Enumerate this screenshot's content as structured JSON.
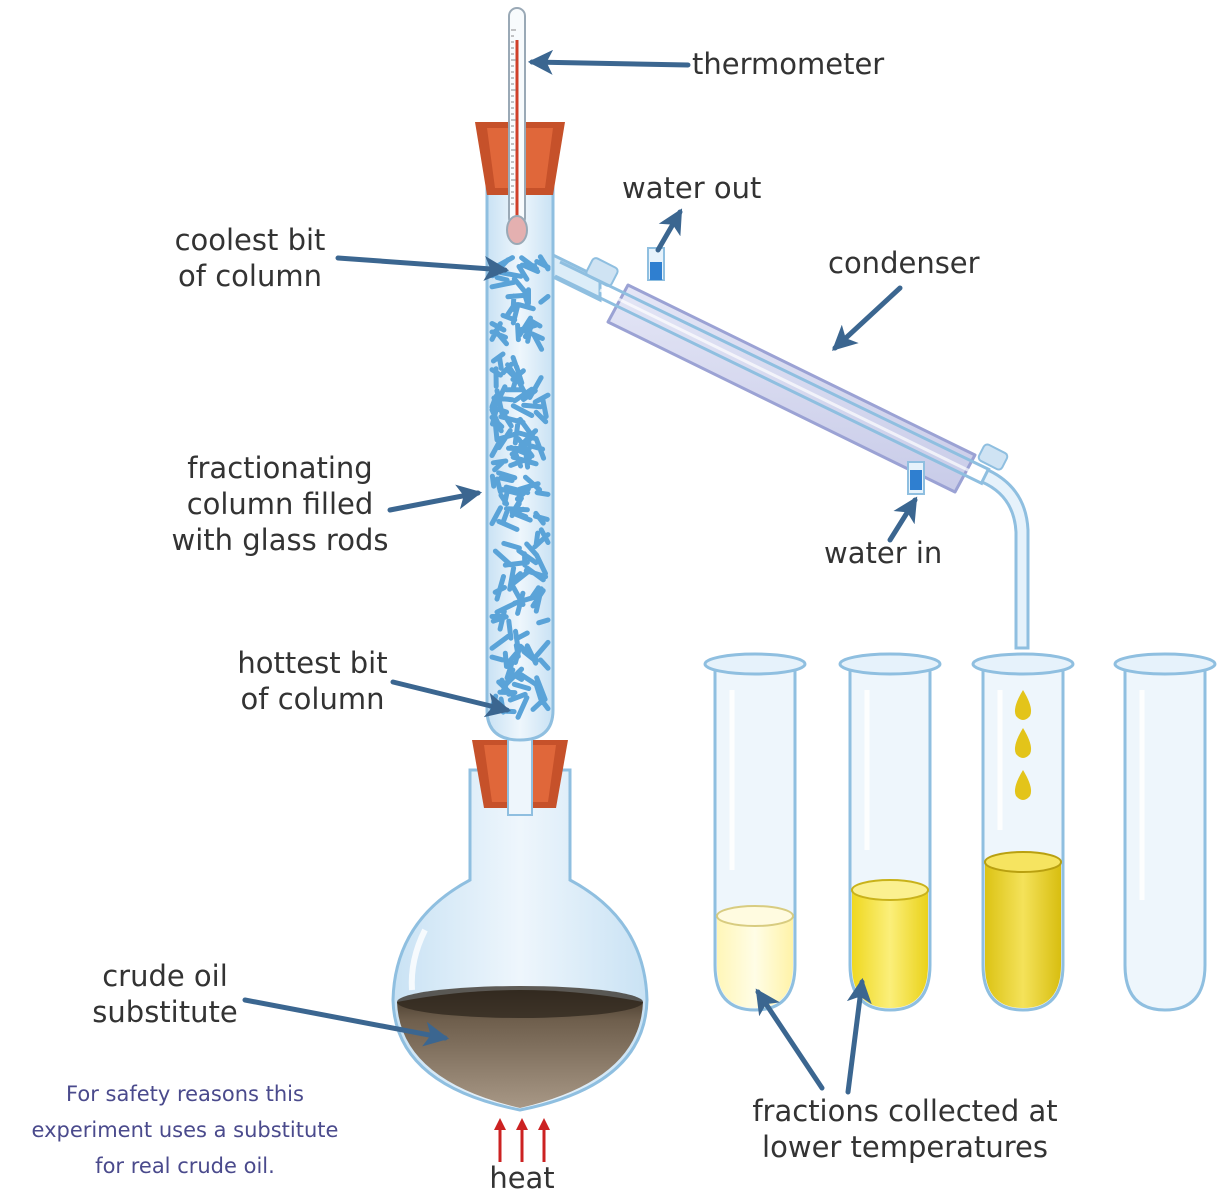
{
  "labels": {
    "thermometer": "thermometer",
    "water_out": "water out",
    "coolest": [
      "coolest bit",
      "of column"
    ],
    "condenser": "condenser",
    "fractionating": [
      "fractionating",
      "column filled",
      "with glass rods"
    ],
    "water_in": "water in",
    "hottest": [
      "hottest bit",
      "of column"
    ],
    "crude_oil": [
      "crude oil",
      "substitute"
    ],
    "fractions": [
      "fractions collected at",
      "lower temperatures"
    ],
    "heat": "heat"
  },
  "safety_note": [
    "For safety reasons this",
    "experiment uses a substitute",
    "for real crude oil."
  ],
  "colors": {
    "glass_fill": "#dcedf8",
    "glass_stroke": "#8fbfe0",
    "rods": "#5aa3d8",
    "stopper": "#c6512a",
    "oil": "#6b5a48",
    "arrow": "#3b6690",
    "heat_arrow": "#cc2222",
    "fraction_pale": "#fff9c8",
    "fraction_mid": "#f4e03a",
    "fraction_dark": "#e6cf1e"
  }
}
